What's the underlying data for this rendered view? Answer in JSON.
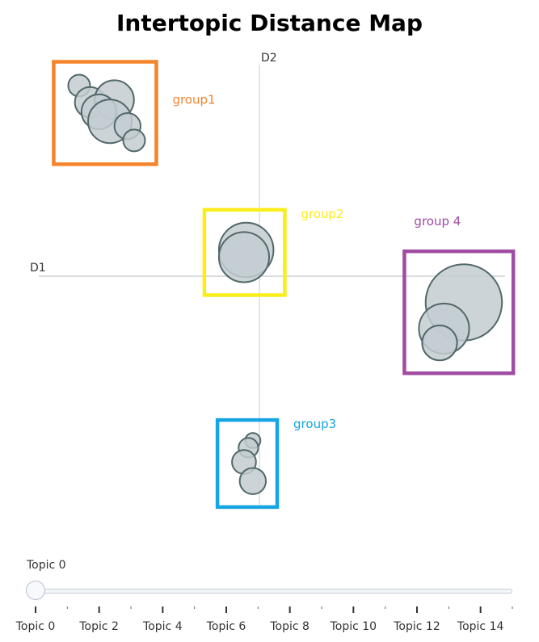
{
  "chart_data": {
    "type": "scatter",
    "title": "Intertopic Distance Map",
    "xlabel": "D1",
    "ylabel": "D2",
    "xlim": [
      -10,
      10
    ],
    "ylim": [
      -10,
      10
    ],
    "grid": false,
    "groups": [
      {
        "label": "group1",
        "color": "#f5832a"
      },
      {
        "label": "group2",
        "color": "#fbed1a"
      },
      {
        "label": "group3",
        "color": "#16a5e3"
      },
      {
        "label": "group 4",
        "color": "#a04ba4"
      }
    ],
    "bubbles": [
      {
        "x": -8.2,
        "y": 8.0,
        "size": 10,
        "group": "group1"
      },
      {
        "x": -7.7,
        "y": 7.3,
        "size": 14,
        "group": "group1"
      },
      {
        "x": -6.6,
        "y": 7.4,
        "size": 18,
        "group": "group1"
      },
      {
        "x": -7.3,
        "y": 6.9,
        "size": 16,
        "group": "group1"
      },
      {
        "x": -6.8,
        "y": 6.5,
        "size": 20,
        "group": "group1"
      },
      {
        "x": -6.0,
        "y": 6.3,
        "size": 12,
        "group": "group1"
      },
      {
        "x": -5.7,
        "y": 5.7,
        "size": 10,
        "group": "group1"
      },
      {
        "x": -0.6,
        "y": 1.1,
        "size": 25,
        "group": "group2"
      },
      {
        "x": -0.7,
        "y": 0.8,
        "size": 23,
        "group": "group2"
      },
      {
        "x": 9.3,
        "y": -1.1,
        "size": 35,
        "group": "group 4"
      },
      {
        "x": 8.4,
        "y": -2.2,
        "size": 23,
        "group": "group 4"
      },
      {
        "x": 8.2,
        "y": -2.8,
        "size": 16,
        "group": "group 4"
      },
      {
        "x": -0.3,
        "y": -6.9,
        "size": 7,
        "group": "group3"
      },
      {
        "x": -0.5,
        "y": -7.2,
        "size": 9,
        "group": "group3"
      },
      {
        "x": -0.7,
        "y": -7.8,
        "size": 11,
        "group": "group3"
      },
      {
        "x": -0.3,
        "y": -8.6,
        "size": 12,
        "group": "group3"
      }
    ]
  },
  "slider": {
    "current_label": "Topic 0",
    "value": 0,
    "min": 0,
    "max": 15,
    "tick_labels": [
      "Topic 0",
      "Topic 2",
      "Topic 4",
      "Topic 6",
      "Topic 8",
      "Topic 10",
      "Topic 12",
      "Topic 14"
    ]
  }
}
